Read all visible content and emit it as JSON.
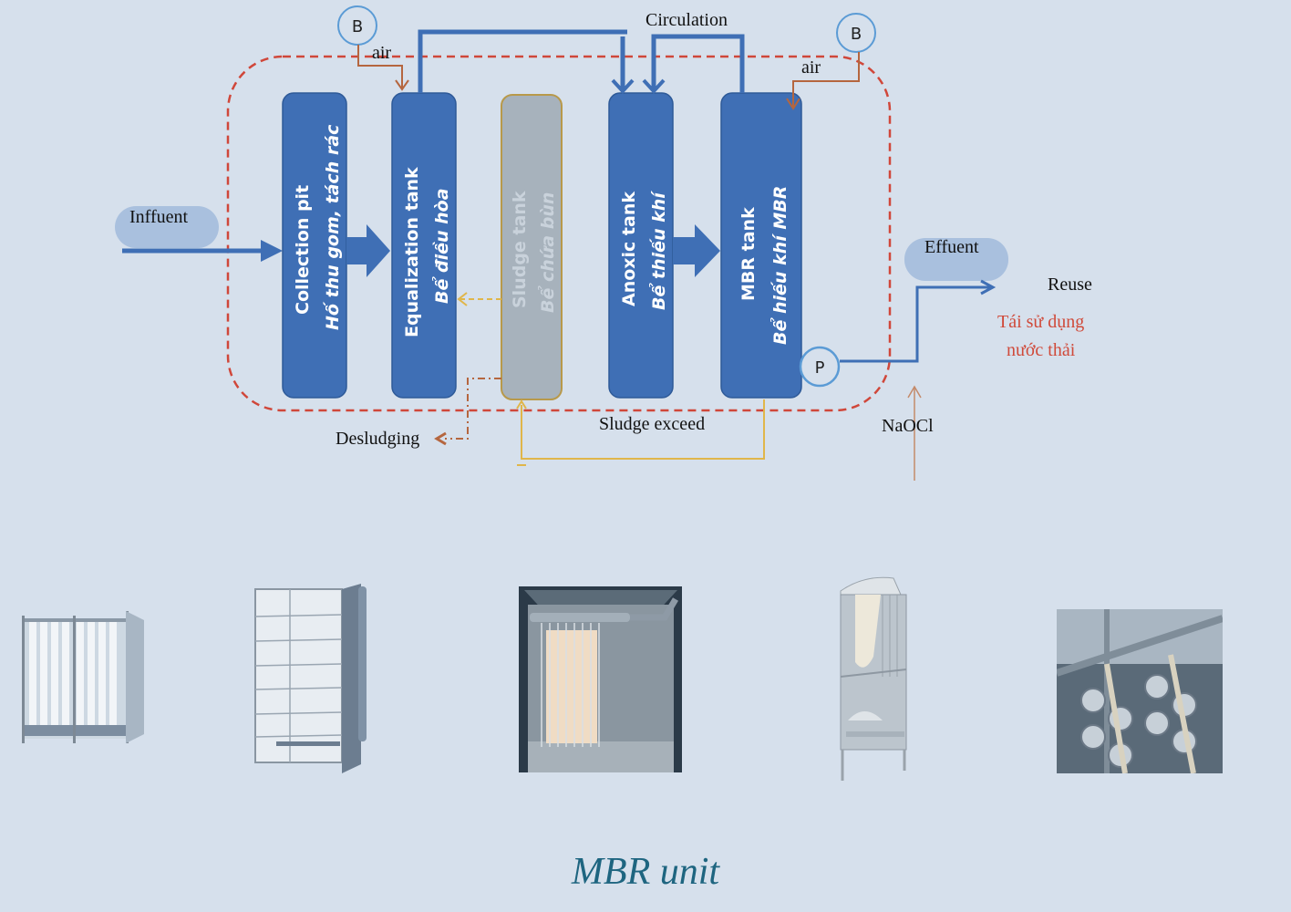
{
  "diagram": {
    "tanks": [
      {
        "id": "collection-pit",
        "name": "Collection pit",
        "subtitle": "Hố thu gom, tách rác"
      },
      {
        "id": "equalization-tank",
        "name": "Equalization tank",
        "subtitle": "Bể điều hòa"
      },
      {
        "id": "sludge-tank",
        "name": "Sludge tank",
        "subtitle": "Bể chứa bùn"
      },
      {
        "id": "anoxic-tank",
        "name": "Anoxic tank",
        "subtitle": "Bể  thiếu khí"
      },
      {
        "id": "mbr-tank",
        "name": "MBR tank",
        "subtitle": "Bể  hiếu khí  MBR"
      }
    ],
    "blowers": [
      {
        "symbol": "B",
        "air_label": "air"
      },
      {
        "symbol": "B",
        "air_label": "air"
      }
    ],
    "pump": {
      "symbol": "P"
    },
    "labels": {
      "influent": "Inffuent",
      "effluent": "Effuent",
      "circulation": "Circulation",
      "desludging": "Desludging",
      "sludge_exceed": "Sludge exceed",
      "naocl": "NaOCl",
      "reuse": "Reuse",
      "reuse_vi_line1": "Tái sử dụng",
      "reuse_vi_line2": "nước thải"
    },
    "colors": {
      "tank_blue": "#3f6fb5",
      "sludge_gray": "#a7b2bc",
      "sludge_border": "#b8994a",
      "boundary_red": "#d0473a",
      "air_brown": "#b5663f",
      "sludge_yellow": "#e0b64a",
      "bubble_blue": "#a9c0de"
    }
  },
  "photos": [
    {
      "name": "hollow-fiber-module-photo",
      "alt": "Hollow fiber membrane module"
    },
    {
      "name": "flat-sheet-module-photo",
      "alt": "Flat sheet membrane module"
    },
    {
      "name": "installed-membrane-tank-photo",
      "alt": "Membrane installed in tank"
    },
    {
      "name": "membrane-cassette-cutaway-photo",
      "alt": "Membrane cassette cutaway"
    },
    {
      "name": "membrane-pipework-photo",
      "alt": "Membrane pipework in tank"
    }
  ],
  "caption": "MBR unit"
}
